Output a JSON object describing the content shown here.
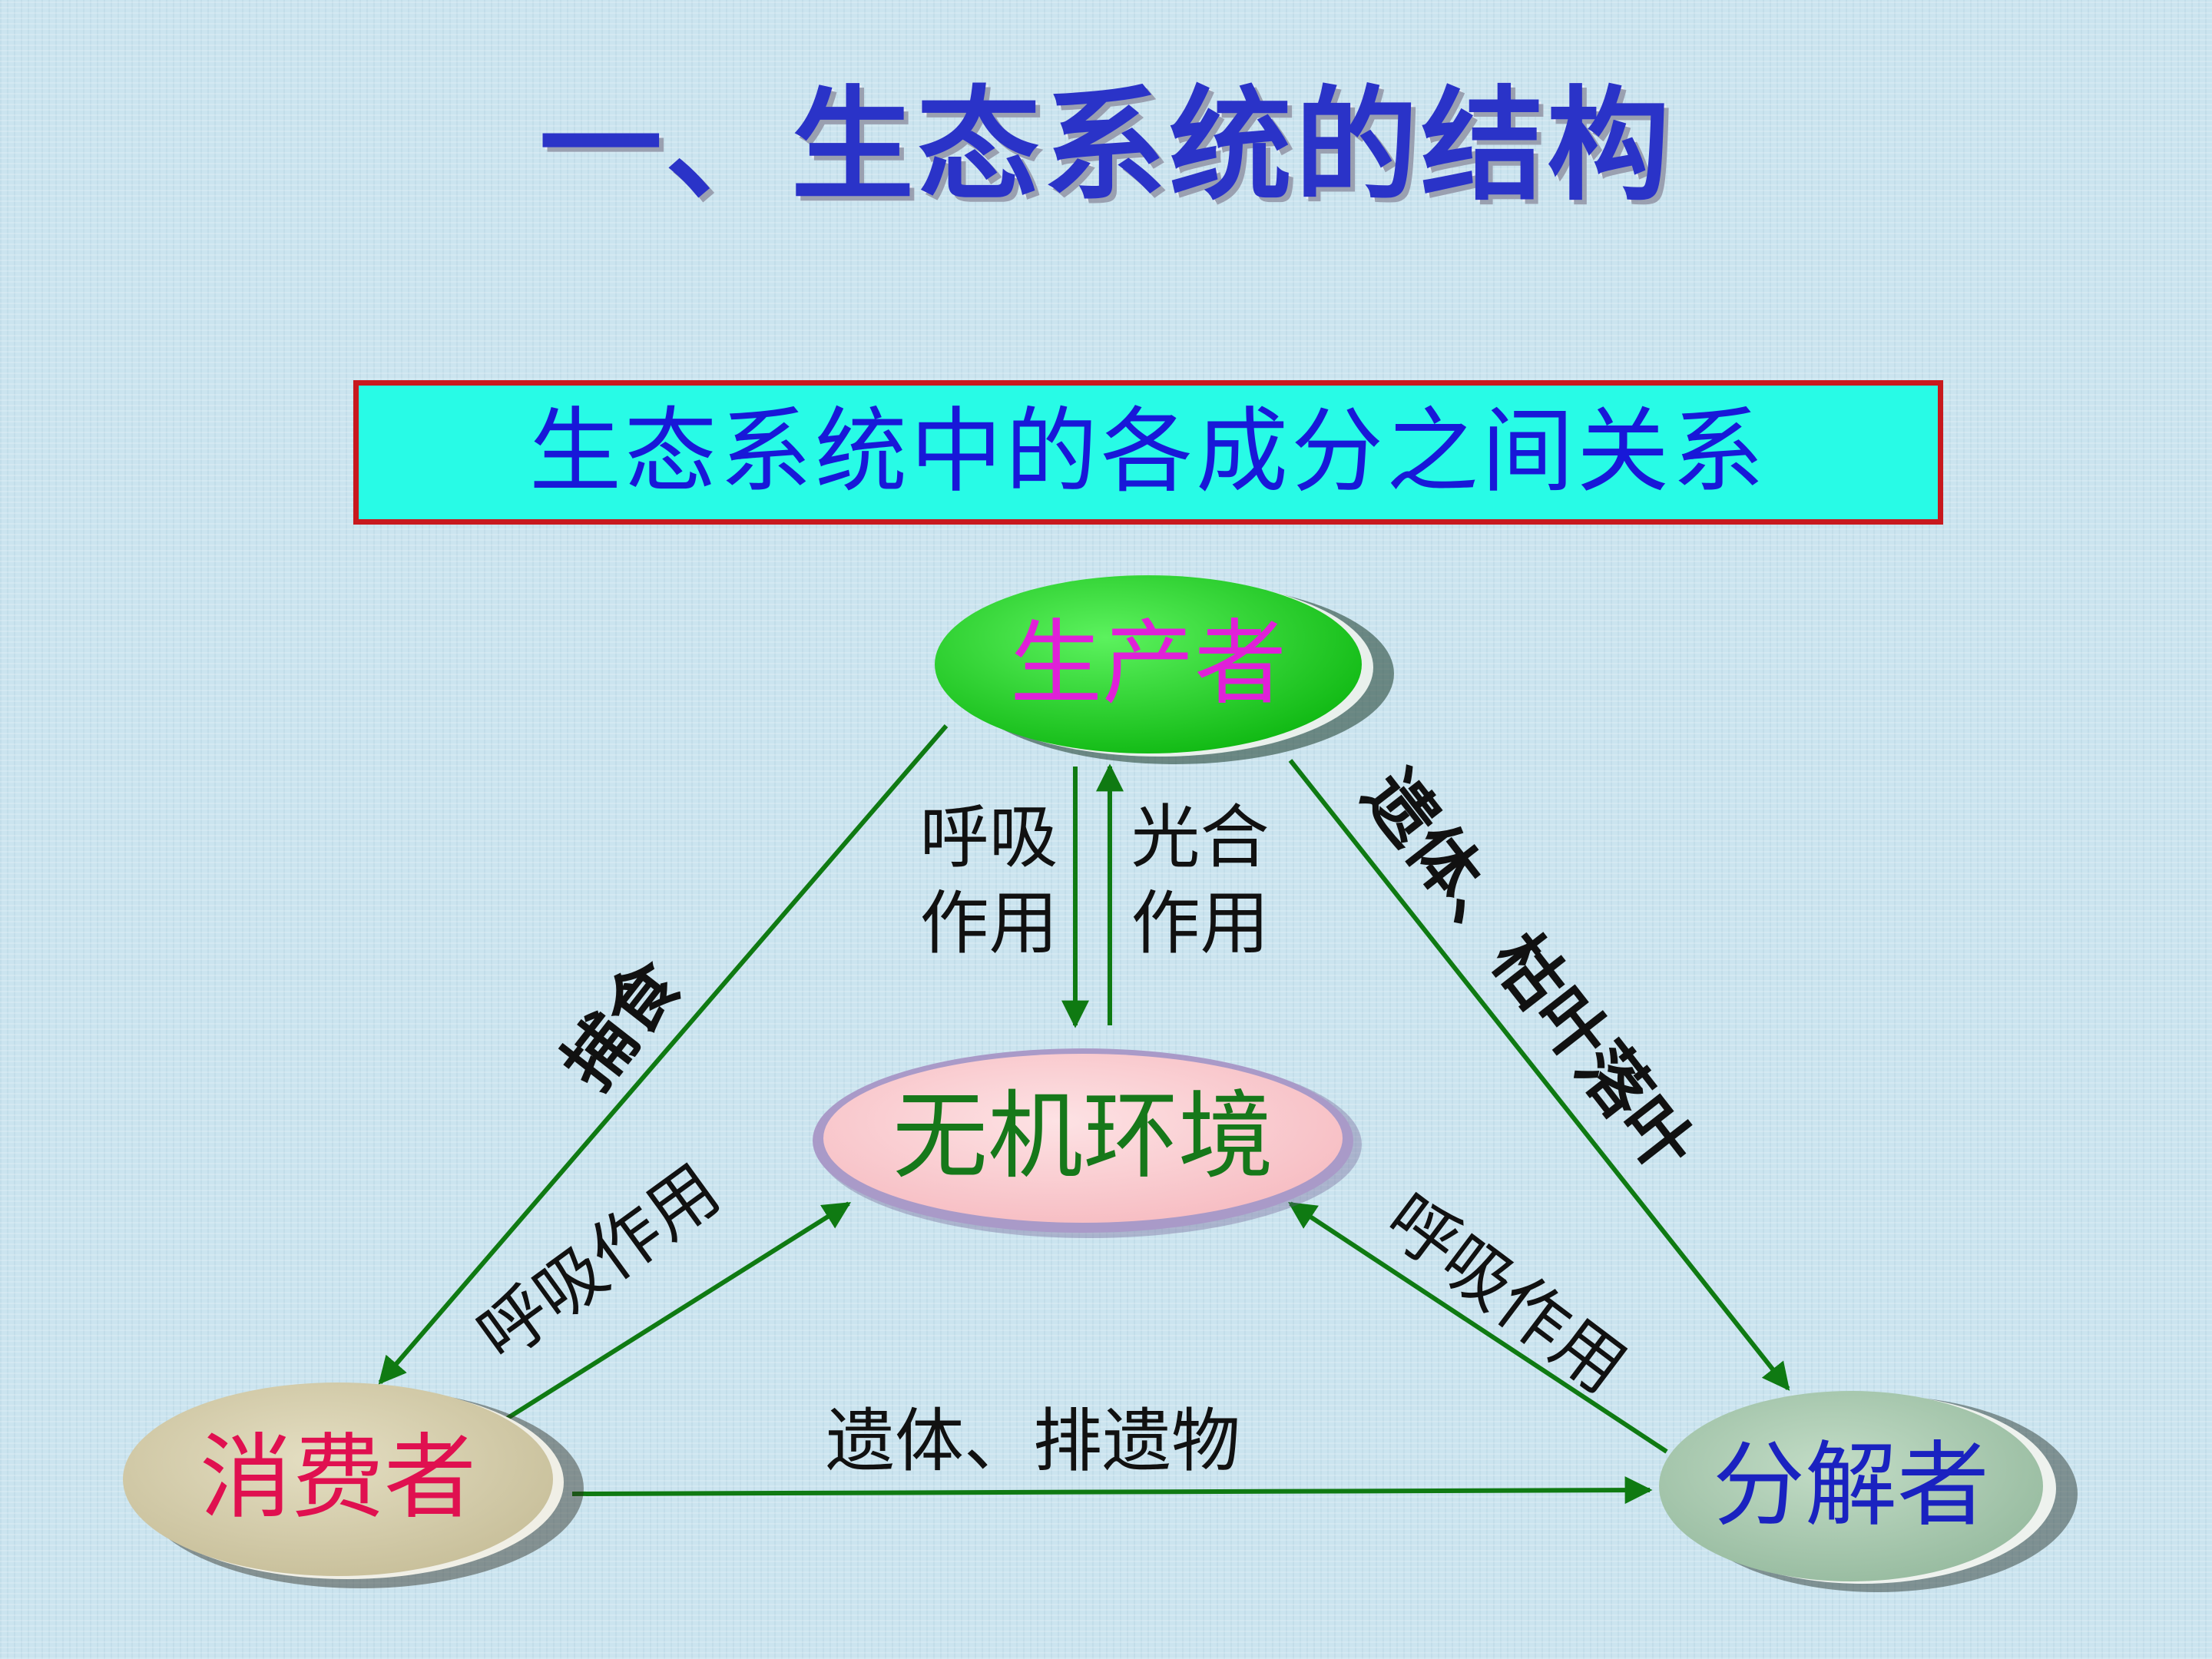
{
  "slide": {
    "title": "一、生态系统的结构",
    "subtitle": "生态系统中的各成分之间关系"
  },
  "colors": {
    "title": "#2a33c8",
    "subtitle_text": "#1818d8",
    "subtitle_bg": "#28fbe6",
    "subtitle_border": "#c8191e",
    "arrow": "#0f7a12",
    "producer_fill": "#16d81a",
    "producer_text": "#e020d8",
    "environment_fill": "#fbc8cc",
    "environment_text": "#16781a",
    "consumer_fill": "#d4ccaa",
    "consumer_text": "#e01050",
    "decomposer_fill": "#a8c9b0",
    "decomposer_text": "#1a22c0"
  },
  "nodes": {
    "producer": "生产者",
    "environment": "无机环境",
    "consumer": "消费者",
    "decomposer": "分解者"
  },
  "edges": {
    "predation": "捕食",
    "respiration_producer_line1": "呼吸",
    "respiration_producer_line2": "作用",
    "photosynthesis_line1": "光合",
    "photosynthesis_line2": "作用",
    "producer_remains": "遗体、枯叶落叶",
    "consumer_respiration": "呼吸作用",
    "decomposer_respiration": "呼吸作用",
    "consumer_remains": "遗体、排遗物"
  }
}
